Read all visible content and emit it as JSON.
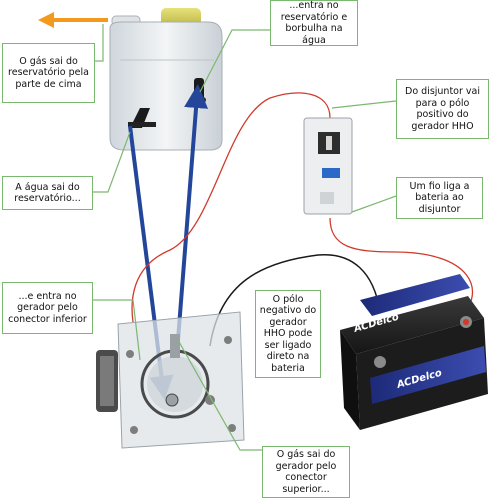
{
  "callouts": {
    "gas_exits_top": "O gás sai do reservatório pela parte de cima",
    "enters_reservoir": "...entra no reservatório e borbulha na água",
    "breaker_to_positive": "Do disjuntor vai para o pólo positivo do gerador HHO",
    "water_exits": "A água sai do reservatório...",
    "wire_to_breaker": "Um fio liga a bateria ao disjuntor",
    "enters_generator": "...e entra no gerador pelo conector inferior",
    "negative_pole": "O pólo negativo do gerador HHO pode ser ligado direto na bateria",
    "gas_exits_generator": "O gás sai do gerador pelo conector superior..."
  },
  "battery_brand": "ACDelco",
  "colors": {
    "arrow_orange": "#f39a1e",
    "hose_blue": "#23469b",
    "callout_border": "#7bb86f",
    "wire_red": "#d03a2a",
    "wire_black": "#1a1a1a"
  }
}
